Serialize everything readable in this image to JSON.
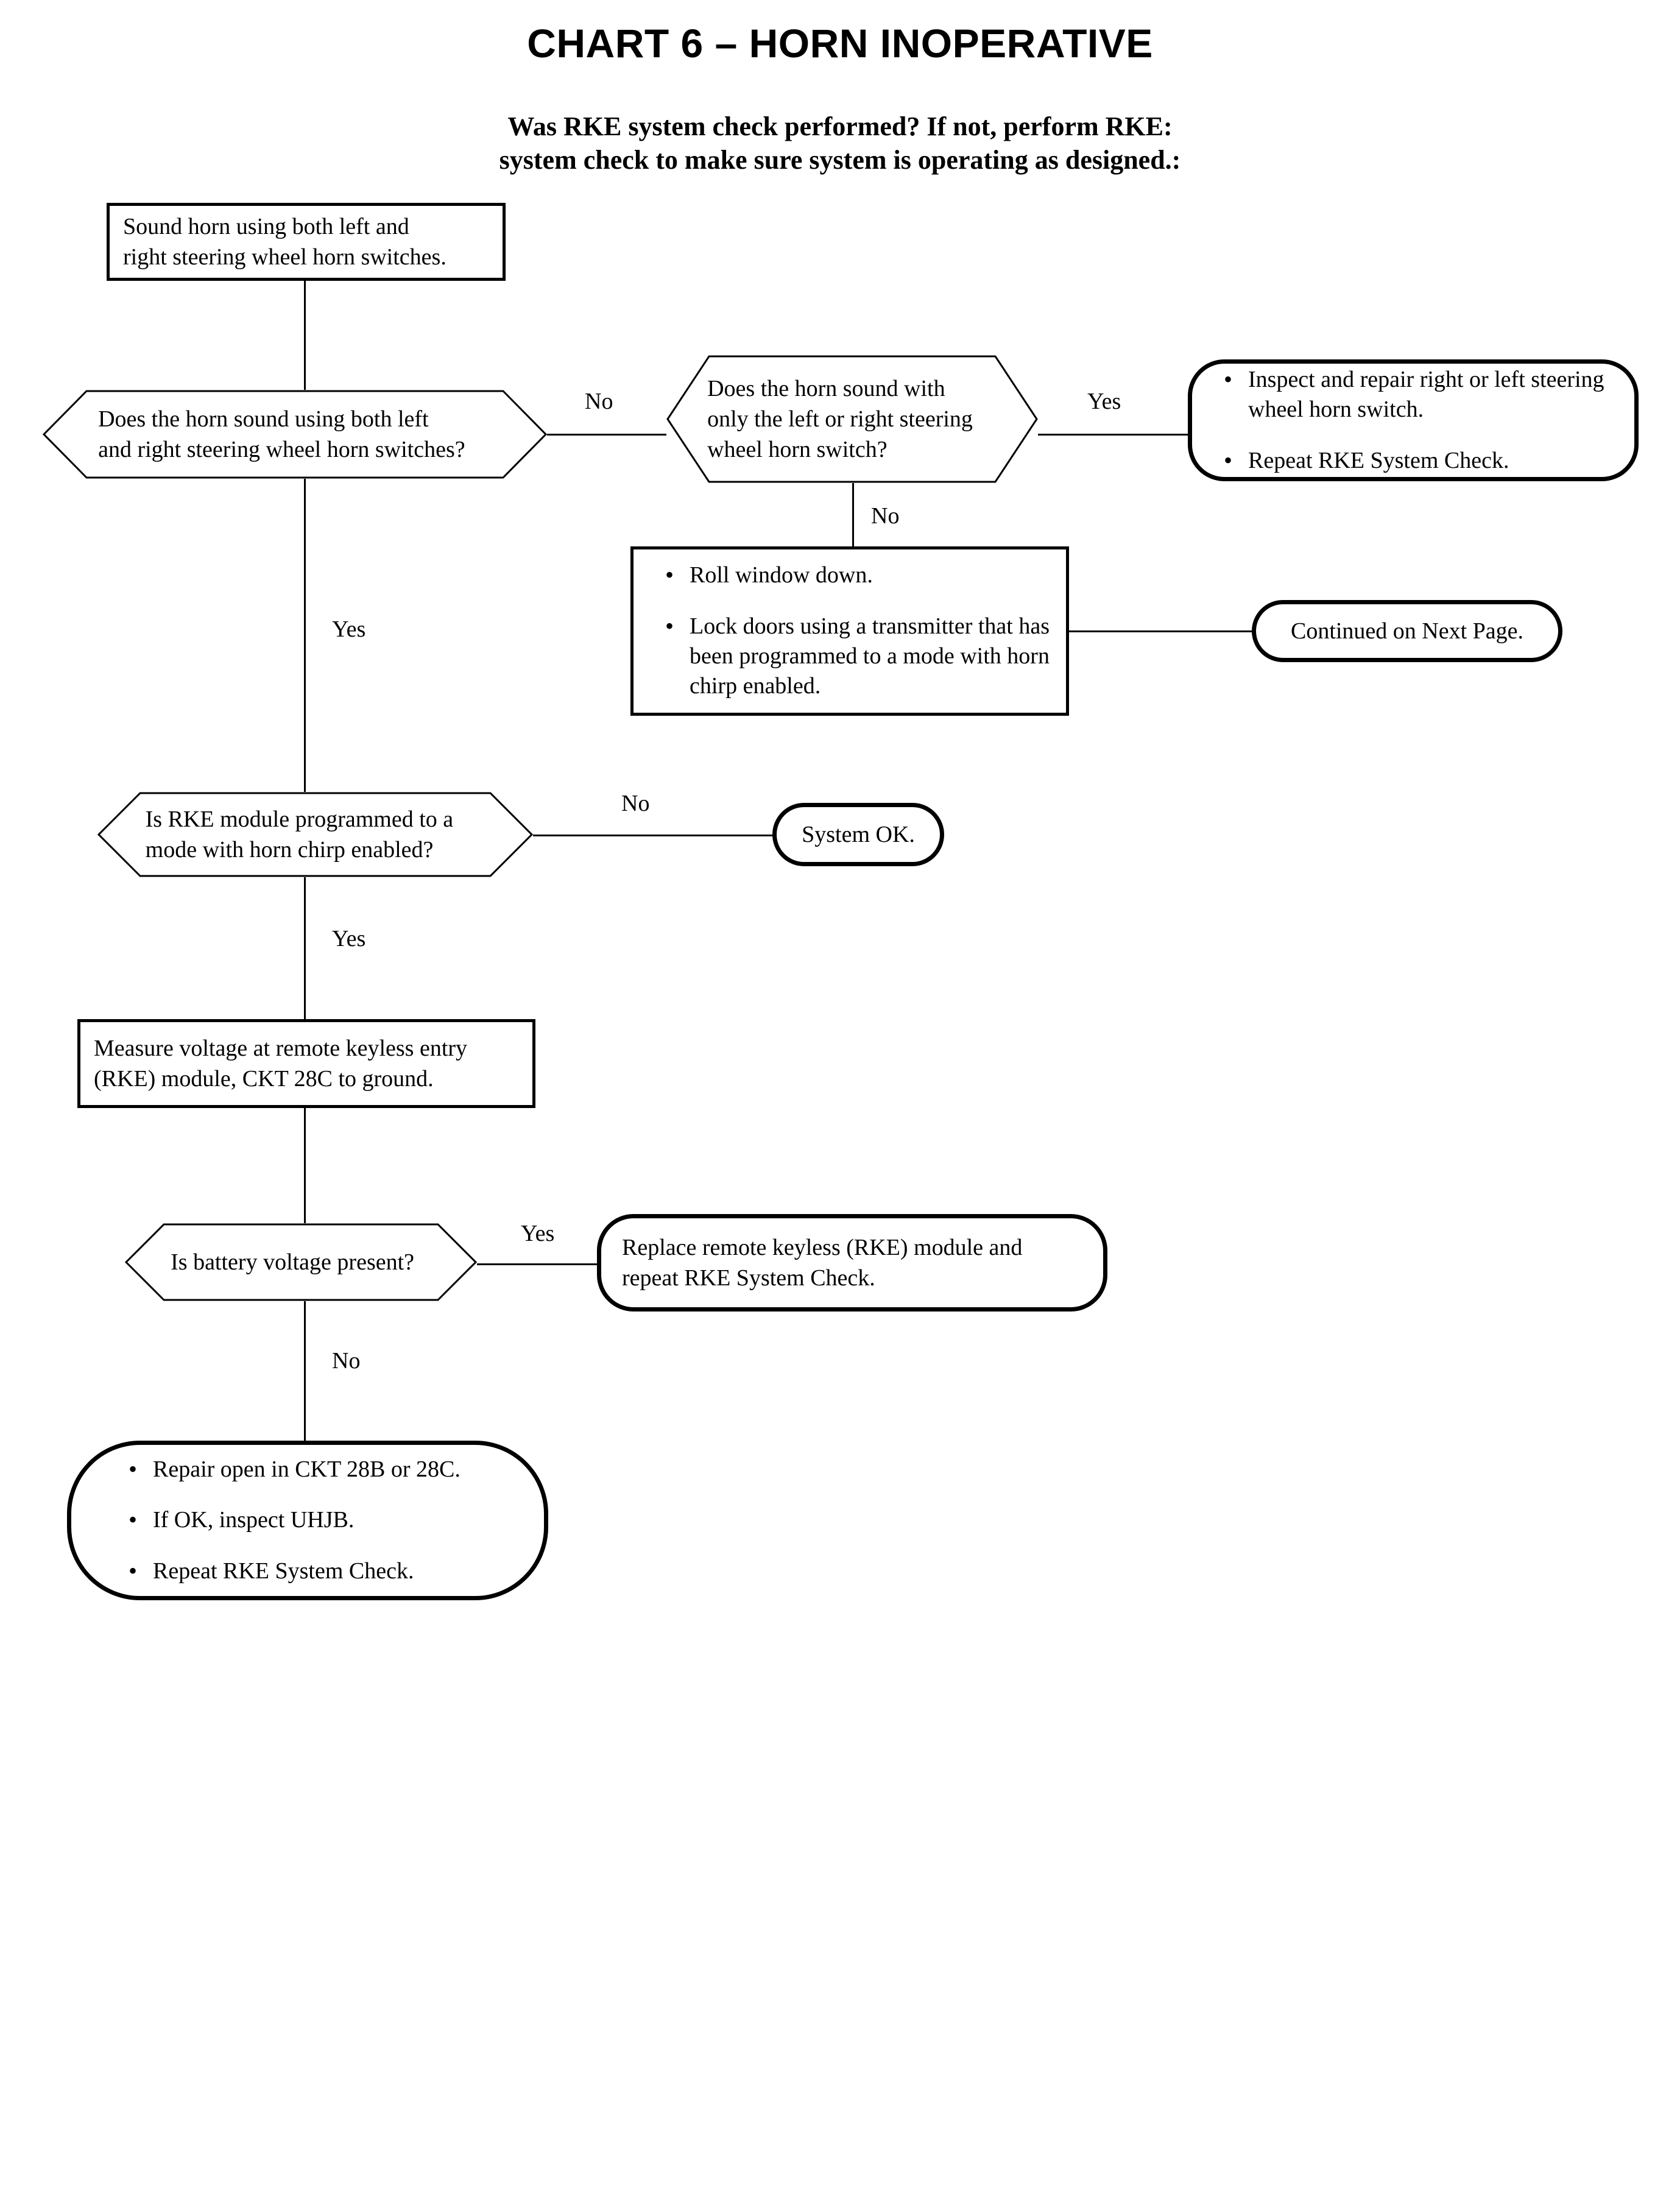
{
  "title": "CHART 6 – HORN INOPERATIVE",
  "subtitle_line1": "Was RKE system check performed?  If not, perform RKE:",
  "subtitle_line2": "system check to make sure system is operating as designed.:",
  "colors": {
    "ink": "#000000",
    "paper": "#ffffff"
  },
  "nodes": {
    "sound_horn": {
      "type": "process",
      "line1": "Sound horn using both left and",
      "line2": "right steering wheel horn switches."
    },
    "q_both_switches": {
      "type": "decision",
      "line1": "Does the horn sound using both left",
      "line2": "and right steering wheel horn switches?"
    },
    "q_single_switch": {
      "type": "decision",
      "line1": "Does the horn sound with",
      "line2": "only the left or right steering",
      "line3": "wheel horn switch?"
    },
    "inspect_repair_switch": {
      "type": "terminator",
      "bullets": [
        "Inspect and repair right or left steering wheel horn switch.",
        "Repeat RKE System Check."
      ]
    },
    "roll_window_lock_doors": {
      "type": "process",
      "bullets": [
        "Roll window down.",
        "Lock doors using a transmitter that has been programmed to a mode with horn chirp enabled."
      ]
    },
    "continued_next_page": {
      "type": "terminator",
      "text": "Continued on Next Page."
    },
    "q_rke_programmed": {
      "type": "decision",
      "line1": "Is RKE module programmed to a",
      "line2": "mode with horn chirp enabled?"
    },
    "system_ok": {
      "type": "terminator",
      "text": "System OK."
    },
    "measure_voltage": {
      "type": "process",
      "line1": "Measure voltage at remote keyless entry",
      "line2": "(RKE) module, CKT 28C to ground."
    },
    "q_battery_voltage": {
      "type": "decision",
      "line1": "Is battery voltage present?"
    },
    "replace_rke_module": {
      "type": "terminator",
      "line1": "Replace remote keyless (RKE) module and",
      "line2": "repeat RKE System Check."
    },
    "repair_open": {
      "type": "terminator",
      "bullets": [
        "Repair open in CKT 28B or 28C.",
        "If OK, inspect UHJB.",
        "Repeat RKE System Check."
      ]
    }
  },
  "branch_labels": {
    "both_to_single_no": "No",
    "both_yes": "Yes",
    "single_yes": "Yes",
    "single_no": "No",
    "rke_no": "No",
    "rke_yes": "Yes",
    "battery_yes": "Yes",
    "battery_no": "No"
  },
  "chart_data": {
    "type": "flowchart",
    "title": "CHART 6 – HORN INOPERATIVE",
    "orientation": "top-down",
    "steps": [
      {
        "id": "sound_horn",
        "shape": "rectangle",
        "text": "Sound horn using both left and right steering wheel horn switches."
      },
      {
        "id": "q_both_switches",
        "shape": "hexagon",
        "text": "Does the horn sound using both left and right steering wheel horn switches?"
      },
      {
        "id": "q_single_switch",
        "shape": "hexagon",
        "text": "Does the horn sound with only the left or right steering wheel horn switch?"
      },
      {
        "id": "inspect_repair_switch",
        "shape": "stadium",
        "text": "Inspect and repair right or left steering wheel horn switch. Repeat RKE System Check."
      },
      {
        "id": "roll_window_lock_doors",
        "shape": "rectangle",
        "text": "Roll window down. Lock doors using a transmitter that has been programmed to a mode with horn chirp enabled."
      },
      {
        "id": "continued_next_page",
        "shape": "stadium",
        "text": "Continued on Next Page."
      },
      {
        "id": "q_rke_programmed",
        "shape": "hexagon",
        "text": "Is RKE module programmed to a mode with horn chirp enabled?"
      },
      {
        "id": "system_ok",
        "shape": "stadium",
        "text": "System OK."
      },
      {
        "id": "measure_voltage",
        "shape": "rectangle",
        "text": "Measure voltage at remote keyless entry (RKE) module, CKT 28C to ground."
      },
      {
        "id": "q_battery_voltage",
        "shape": "hexagon",
        "text": "Is battery voltage present?"
      },
      {
        "id": "replace_rke_module",
        "shape": "stadium",
        "text": "Replace remote keyless (RKE) module and repeat RKE System Check."
      },
      {
        "id": "repair_open",
        "shape": "stadium",
        "text": "Repair open in CKT 28B or 28C. If OK, inspect UHJB. Repeat RKE System Check."
      }
    ],
    "edges": [
      {
        "from": "sound_horn",
        "to": "q_both_switches",
        "label": ""
      },
      {
        "from": "q_both_switches",
        "to": "q_single_switch",
        "label": "No"
      },
      {
        "from": "q_both_switches",
        "to": "q_rke_programmed",
        "label": "Yes"
      },
      {
        "from": "q_single_switch",
        "to": "inspect_repair_switch",
        "label": "Yes"
      },
      {
        "from": "q_single_switch",
        "to": "roll_window_lock_doors",
        "label": "No"
      },
      {
        "from": "roll_window_lock_doors",
        "to": "continued_next_page",
        "label": ""
      },
      {
        "from": "q_rke_programmed",
        "to": "system_ok",
        "label": "No"
      },
      {
        "from": "q_rke_programmed",
        "to": "measure_voltage",
        "label": "Yes"
      },
      {
        "from": "measure_voltage",
        "to": "q_battery_voltage",
        "label": ""
      },
      {
        "from": "q_battery_voltage",
        "to": "replace_rke_module",
        "label": "Yes"
      },
      {
        "from": "q_battery_voltage",
        "to": "repair_open",
        "label": "No"
      }
    ]
  }
}
